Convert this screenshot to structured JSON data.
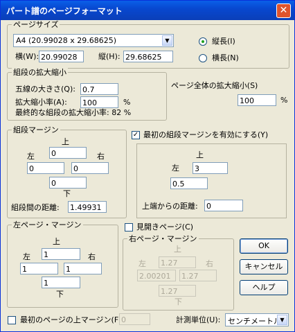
{
  "window": {
    "title": "パート譜のページフォーマット",
    "close": "✕"
  },
  "page_size": {
    "legend": "ページサイズ",
    "selected": "A4 (20.99028 x 29.68625)",
    "width_label": "横(W):",
    "width_value": "20.99028",
    "height_label": "縦(H):",
    "height_value": "29.68625",
    "portrait_label": "縦長(I)",
    "landscape_label": "横長(N)",
    "portrait_selected": true
  },
  "staff_scale": {
    "legend": "組段の拡大縮小",
    "staff_size_label": "五線の大きさ(Q):",
    "staff_size_value": "0.7",
    "scale_label": "拡大縮小率(A):",
    "scale_value": "100",
    "scale_unit": "%",
    "final_label": "最終的な組段の拡大縮小率: 82 %"
  },
  "page_scale": {
    "label": "ページ全体の拡大縮小(S)",
    "value": "100",
    "unit": "%"
  },
  "staff_margin": {
    "legend": "組段マージン",
    "top": "上",
    "left": "左",
    "right": "右",
    "bottom": "下",
    "top_value": "0",
    "left_value": "0",
    "right_value": "0",
    "bottom_value": "0",
    "distance_label": "組段間の距離:",
    "distance_value": "1.49931"
  },
  "first_margin": {
    "label": "最初の組段マージンを有効にする(Y)",
    "checked": true,
    "top": "上",
    "left": "左",
    "top_value": "3",
    "left_value": "0.5",
    "from_top_label": "上端からの距離:",
    "from_top_value": "0"
  },
  "left_page": {
    "legend": "左ページ・マージン",
    "top": "上",
    "left": "左",
    "right": "右",
    "bottom": "下",
    "top_value": "1",
    "left_value": "1",
    "right_value": "1",
    "bottom_value": "1"
  },
  "facing": {
    "label": "見開きページ(C)",
    "checked": false
  },
  "right_page": {
    "legend": "右ページ・マージン",
    "top": "上",
    "left": "左",
    "right": "右",
    "bottom": "下",
    "top_value": "1.27",
    "left_value": "2.00201",
    "right_value": "1.27",
    "bottom_value": "1.27"
  },
  "buttons": {
    "ok": "OK",
    "cancel": "キャンセル",
    "help": "ヘルプ"
  },
  "first_page_top": {
    "label": "最初のページの上マージン(F):",
    "value": "0",
    "checked": false
  },
  "unit": {
    "label": "計測単位(U):",
    "value": "センチメートル"
  }
}
